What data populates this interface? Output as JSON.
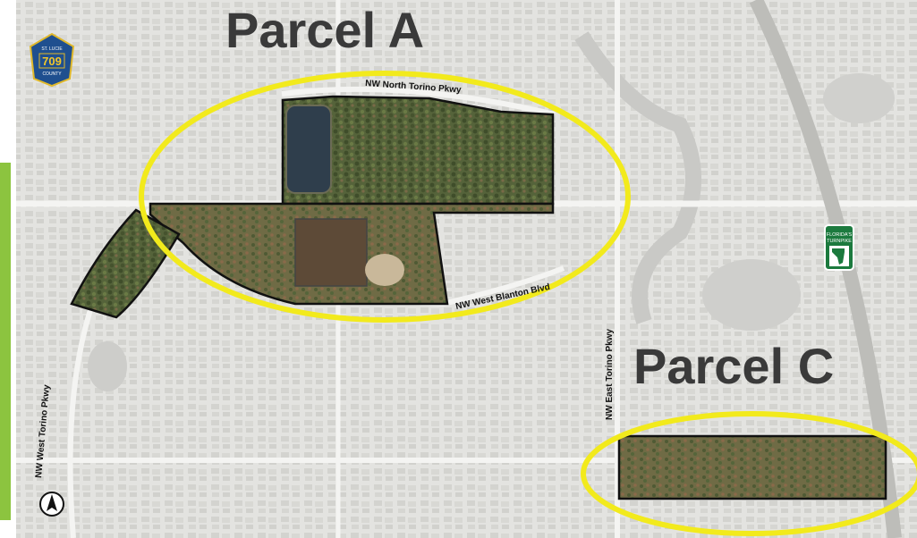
{
  "parcels": [
    {
      "label": "Parcel A"
    },
    {
      "label": "Parcel C"
    }
  ],
  "roads": {
    "north_torino": "NW North Torino Pkwy",
    "west_blanton": "NW West Blanton Blvd",
    "east_torino": "NW East Torino Pkwy",
    "west_torino": "NW West Torino Pkwy"
  },
  "shields": {
    "county": {
      "top": "ST. LUCIE",
      "number": "709",
      "bottom": "COUNTY"
    },
    "turnpike": {
      "line1": "FLORIDA'S",
      "line2": "TURNPIKE"
    }
  },
  "colors": {
    "highlight": "#f2ea1c",
    "accent_bar": "#8cc43f",
    "parcel_outline": "#111111",
    "vegetation": "#5d6b3d",
    "county_shield": "#1f4f8f",
    "turnpike_sign": "#1c7a3e"
  },
  "icons": [
    "north-arrow-icon",
    "county-road-shield-icon",
    "florida-turnpike-icon"
  ]
}
